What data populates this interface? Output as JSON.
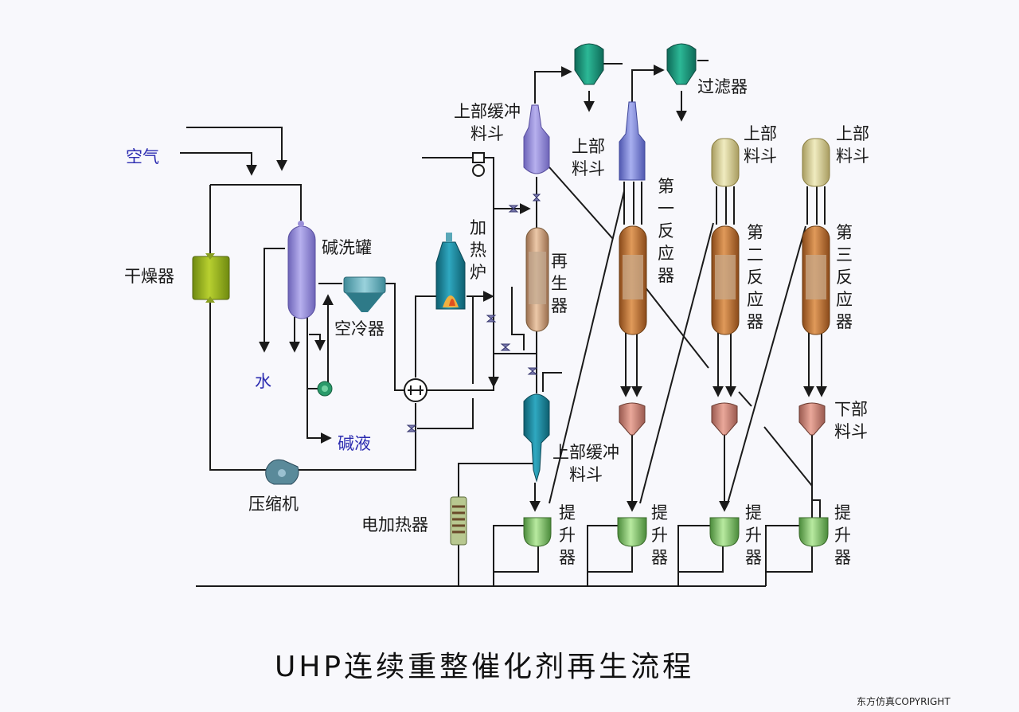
{
  "title": "UHP连续重整催化剂再生流程",
  "copyright": "东方仿真COPYRIGHT",
  "labels": {
    "air": "空气",
    "dryer": "干燥器",
    "caustic_tank": "碱洗罐",
    "air_cooler": "空冷器",
    "water": "水",
    "caustic_liquid": "碱液",
    "compressor": "压缩机",
    "electric_heater": "电加热器",
    "heating_furnace": "加热炉",
    "regenerator": "再生器",
    "upper_buffer_hopper_top": "上部缓冲料斗",
    "upper_buffer_hopper_bottom": "上部缓冲料斗",
    "filter": "过滤器",
    "upper_hopper_1": "上部料斗",
    "upper_hopper_2": "上部料斗",
    "upper_hopper_3": "上部料斗",
    "reactor_1": "第一反应器",
    "reactor_2": "第二反应器",
    "reactor_3": "第三反应器",
    "lower_hopper": "下部料斗",
    "lifter_1": "提升器",
    "lifter_2": "提升器",
    "lifter_3": "提升器",
    "lifter_4": "提升器"
  },
  "colors": {
    "line": "#1a1a1a",
    "label_blue": "#2b2bb0",
    "dryer": "#9bb31c",
    "caustic_tank": "#9a8fd8",
    "air_cooler": "#6fb3c0",
    "furnace": "#1e8ca0",
    "regenerator": "#c9a07e",
    "buffer_hopper_top": "#8a90d8",
    "buffer_hopper_bottom": "#1e8aa8",
    "filter": "#1f9a80",
    "upper_hopper_blue": "#8088d8",
    "upper_hopper_tan": "#d8d09a",
    "reactor": "#c4783a",
    "lower_hopper": "#cf8478",
    "lifter": "#8fcf7a",
    "pump": "#2a9a6a"
  }
}
